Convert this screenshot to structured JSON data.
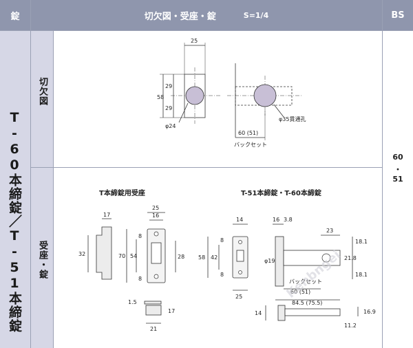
{
  "header": {
    "col_lock": "錠",
    "col_drawings": "切欠図・受座・錠",
    "scale": "S=1/4",
    "col_bs": "BS"
  },
  "lock_name": "T-60本締錠／T-51本締錠",
  "row_labels": {
    "cutout": "切欠図",
    "strike_lock": "受座・錠"
  },
  "bs_values": {
    "main": "60",
    "sep": "・",
    "alt": "51"
  },
  "cutout": {
    "width": "25",
    "height": "58",
    "half_top": "29",
    "half_bottom": "29",
    "hole_left": "φ24",
    "hole_right": "φ35貫通孔",
    "backset_value": "60 (51)",
    "backset_label": "バックセット"
  },
  "strike": {
    "title": "T本締錠用受座",
    "dims": {
      "d17": "17",
      "d32": "32",
      "d25": "25",
      "d16": "16",
      "d70": "70",
      "d54": "54",
      "d8a": "8",
      "d8b": "8",
      "d28": "28",
      "d1_5": "1.5",
      "d21": "21",
      "d17b": "17"
    }
  },
  "lock": {
    "title": "T-51本締錠・T-60本締錠",
    "dims": {
      "d14": "14",
      "d58": "58",
      "d42": "42",
      "d8a": "8",
      "d8b": "8",
      "d25": "25",
      "d16": "16",
      "d3_8": "3.8",
      "d23": "23",
      "d19": "φ19",
      "d18_1a": "18.1",
      "d21_8": "21.8",
      "d18_1b": "18.1",
      "backset_label": "バックセット",
      "backset_value": "60 (51)",
      "overall": "84.5 (75.5)",
      "d14b": "14",
      "d16_9": "16.9",
      "d11_2": "11.2"
    }
  },
  "watermark": "Kenbngei"
}
